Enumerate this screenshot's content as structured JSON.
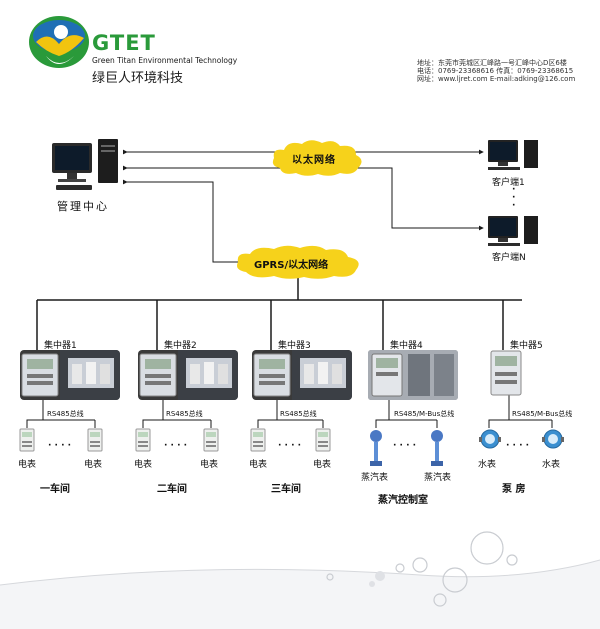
{
  "header": {
    "logo_text": "GTET",
    "company_en": "Green Titan Environmental Technology",
    "company_cn": "绿巨人环境科技",
    "contact": {
      "address": "地址：东莞市莞城区汇峰路一号汇峰中心D区6楼",
      "phone_fax": "电话：0769-23368616   传真：0769-23368615",
      "web_email": "网址：www.ljret.com    E-mail:adking@126.com"
    }
  },
  "diagram": {
    "management_center": "管理中心",
    "ethernet_cloud": "以太网络",
    "gprs_cloud": "GPRS/以太网络",
    "client_1": "客户端1",
    "client_n": "客户端N",
    "vertical_dots": "·\n·\n·",
    "concentrators": [
      {
        "name": "集中器1",
        "bus": "RS485总线",
        "meter_left": "电表",
        "meter_right": "电表",
        "dots": "· · · ·",
        "workshop": "一车间"
      },
      {
        "name": "集中器2",
        "bus": "RS485总线",
        "meter_left": "电表",
        "meter_right": "电表",
        "dots": "· · · ·",
        "workshop": "二车间"
      },
      {
        "name": "集中器3",
        "bus": "RS485总线",
        "meter_left": "电表",
        "meter_right": "电表",
        "dots": "· · · ·",
        "workshop": "三车间"
      },
      {
        "name": "集中器4",
        "bus": "RS485/M-Bus总线",
        "meter_left": "蒸汽表",
        "meter_right": "蒸汽表",
        "dots": "· · · ·",
        "workshop": "蒸汽控制室"
      },
      {
        "name": "集中器5",
        "bus": "RS485/M-Bus总线",
        "meter_left": "水表",
        "meter_right": "水表",
        "dots": "· · · ·",
        "workshop": "泵  房"
      }
    ]
  },
  "colors": {
    "logo_green": "#2a9a3a",
    "logo_blue": "#1f6fb5",
    "logo_yellow": "#f1c40f",
    "cloud_yellow": "#f6d21b",
    "line": "#1a1a1a"
  }
}
